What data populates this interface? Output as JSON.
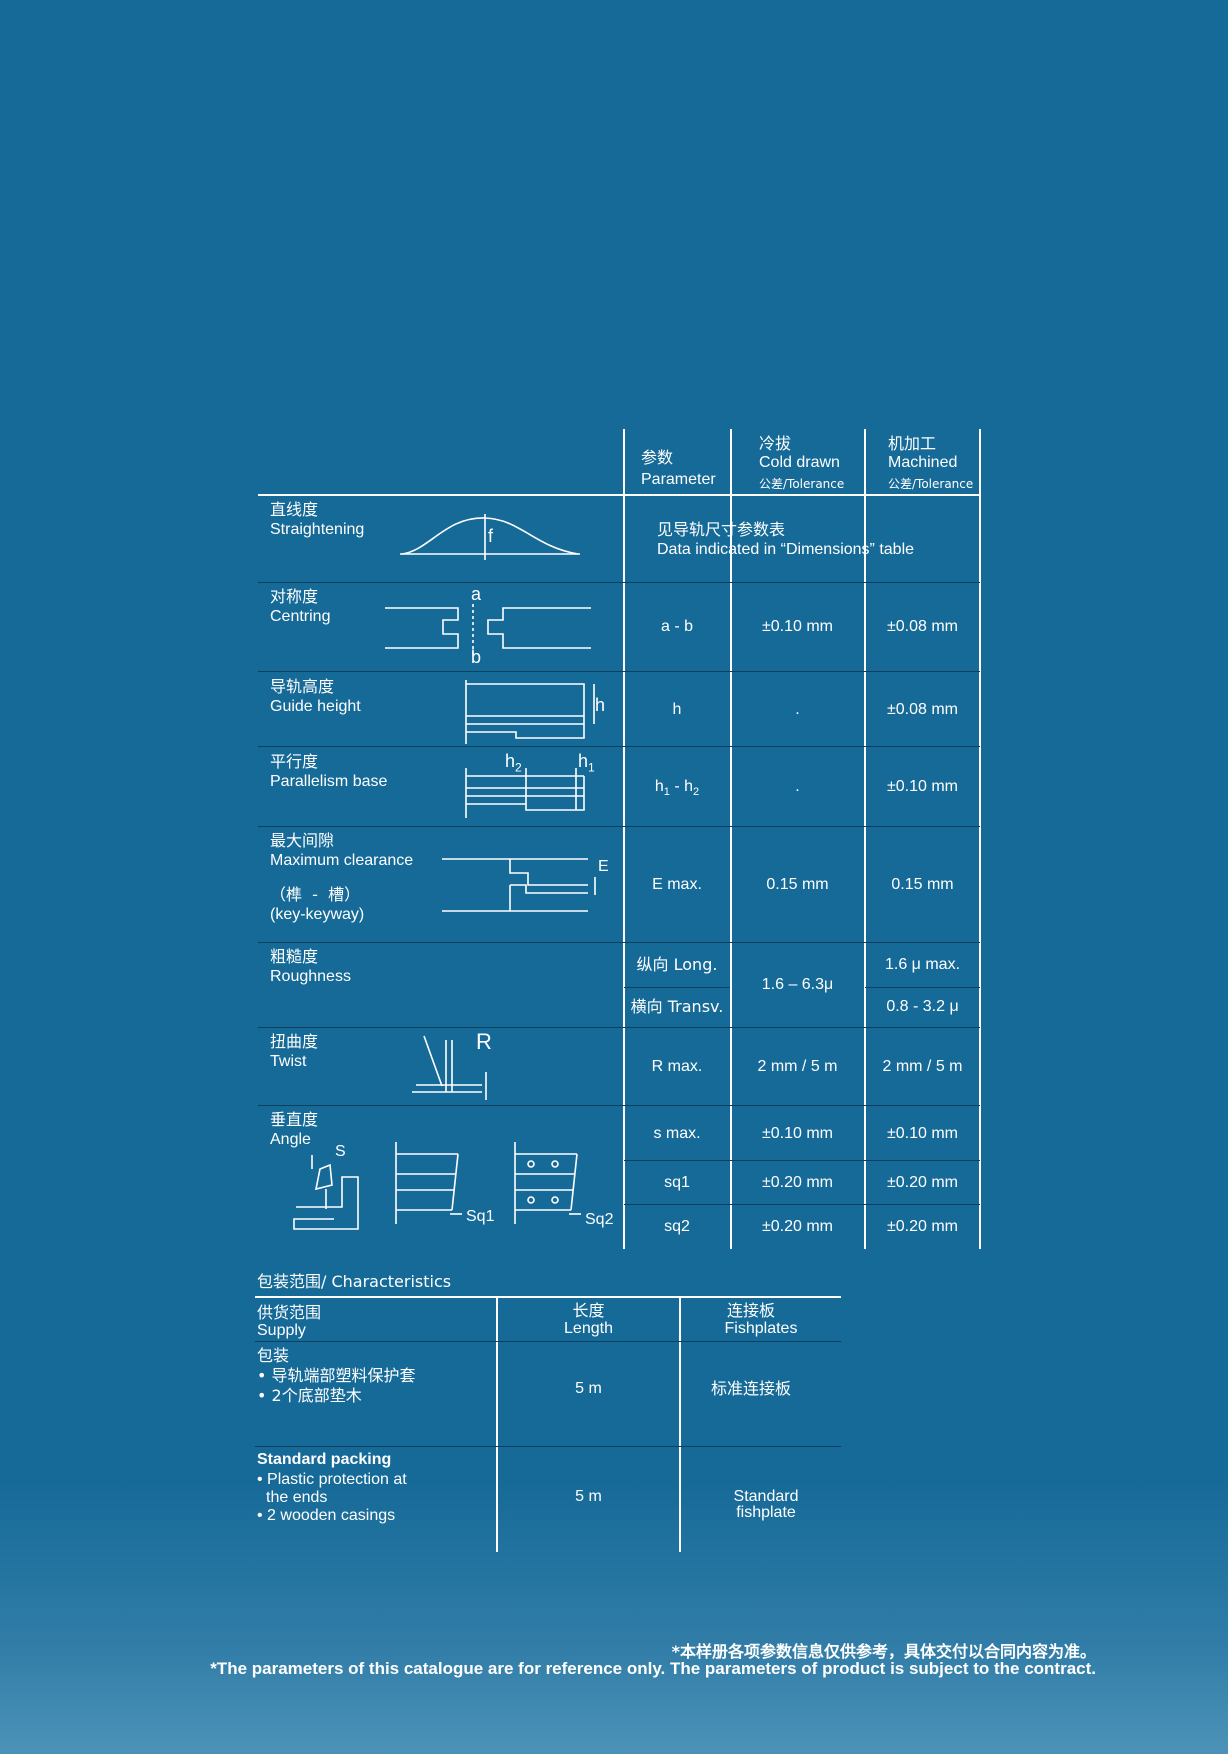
{
  "header": {
    "param_zh": "参数",
    "param_en": "Parameter",
    "cold_zh": "冷拔",
    "cold_en": "Cold drawn",
    "cold_tol": "公差/Tolerance",
    "mach_zh": "机加工",
    "mach_en": "Machined",
    "mach_tol": "公差/Tolerance"
  },
  "rows": {
    "straightening": {
      "zh": "直线度",
      "en": "Straightening",
      "diagram_label": "f",
      "note_zh": "见导轨尺寸参数表",
      "note_en": "Data indicated in “Dimensions” table"
    },
    "centring": {
      "zh": "对称度",
      "en": "Centring",
      "label_a": "a",
      "label_b": "b",
      "param": "a - b",
      "cold": "±0.10 mm",
      "mach": "±0.08 mm"
    },
    "guide_height": {
      "zh": "导轨高度",
      "en": "Guide height",
      "label_h": "h",
      "param": "h",
      "cold": ".",
      "mach": "±0.08 mm"
    },
    "parallelism": {
      "zh": "平行度",
      "en": "Parallelism base",
      "label_h2": "h2",
      "label_h1": "h1",
      "param": "h1 - h2",
      "cold": ".",
      "mach": "±0.10 mm"
    },
    "clearance": {
      "zh": "最大间隙",
      "en": "Maximum clearance",
      "sub_zh": "（榫  -  槽）",
      "sub_en": "(key-keyway)",
      "label_e": "E",
      "param": "E max.",
      "cold": "0.15 mm",
      "mach": "0.15 mm"
    },
    "roughness": {
      "zh": "粗糙度",
      "en": "Roughness",
      "param_long": "纵向 Long.",
      "param_transv": "横向 Transv.",
      "cold": "1.6 – 6.3μ",
      "mach_long": "1.6 μ max.",
      "mach_transv": "0.8 - 3.2 μ"
    },
    "twist": {
      "zh": "扭曲度",
      "en": "Twist",
      "label_r": "R",
      "param": "R max.",
      "cold": "2 mm / 5 m",
      "mach": "2 mm / 5 m"
    },
    "angle": {
      "zh": "垂直度",
      "en": "Angle",
      "label_s": "S",
      "label_sq1": "Sq1",
      "label_sq2": "Sq2",
      "param_s": "s max.",
      "cold_s": "±0.10 mm",
      "mach_s": "±0.10 mm",
      "param_sq1": "sq1",
      "cold_sq1": "±0.20 mm",
      "mach_sq1": "±0.20 mm",
      "param_sq2": "sq2",
      "cold_sq2": "±0.20 mm",
      "mach_sq2": "±0.20 mm"
    }
  },
  "packing": {
    "title": "包装范围/ Characteristics",
    "col1_zh": "供货范围",
    "col1_en": "Supply",
    "col2_zh": "长度",
    "col2_en": "Length",
    "col3_zh": "连接板",
    "col3_en": "Fishplates",
    "zh_title": "包装",
    "zh_item1": "• 导轨端部塑料保护套",
    "zh_item2": "• 2个底部垫木",
    "zh_length": "5 m",
    "zh_fish": "标准连接板",
    "en_title": "Standard packing",
    "en_item1a": "• Plastic protection at",
    "en_item1b": "the ends",
    "en_item2": "• 2 wooden casings",
    "en_length": "5 m",
    "en_fish1": "Standard",
    "en_fish2": "fishplate"
  },
  "footer": {
    "zh": "*本样册各项参数信息仅供参考，具体交付以合同内容为准。",
    "en": "*The parameters of this catalogue are for reference only. The parameters of product is subject to the contract."
  }
}
